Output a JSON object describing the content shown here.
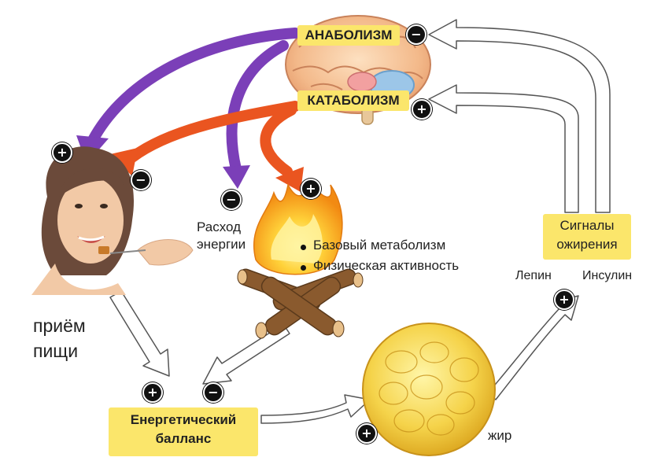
{
  "boxes": {
    "anabolism": "АНАБОЛИЗМ",
    "catabolism": "КАТАБОЛИЗМ",
    "energy_balance_line1": "Енергетический",
    "energy_balance_line2": "балланс",
    "obesity_signals_line1": "Сигналы",
    "obesity_signals_line2": "ожирения"
  },
  "labels": {
    "energy_expenditure_line1": "Расход",
    "energy_expenditure_line2": "энергии",
    "food_intake_line1": "приём",
    "food_intake_line2": "пищи",
    "leptin": "Лепин",
    "insulin": "Инсулин",
    "fat": "жир"
  },
  "bullets": [
    "Базовый метаболизм",
    "Физическая активность"
  ],
  "signs": {
    "plus": "+",
    "minus": "−"
  },
  "colors": {
    "anabolism_arrow": "#7b3fb8",
    "catabolism_arrow": "#ea5520",
    "label_box": "#fbe66b",
    "sign_circle": "#111111"
  }
}
